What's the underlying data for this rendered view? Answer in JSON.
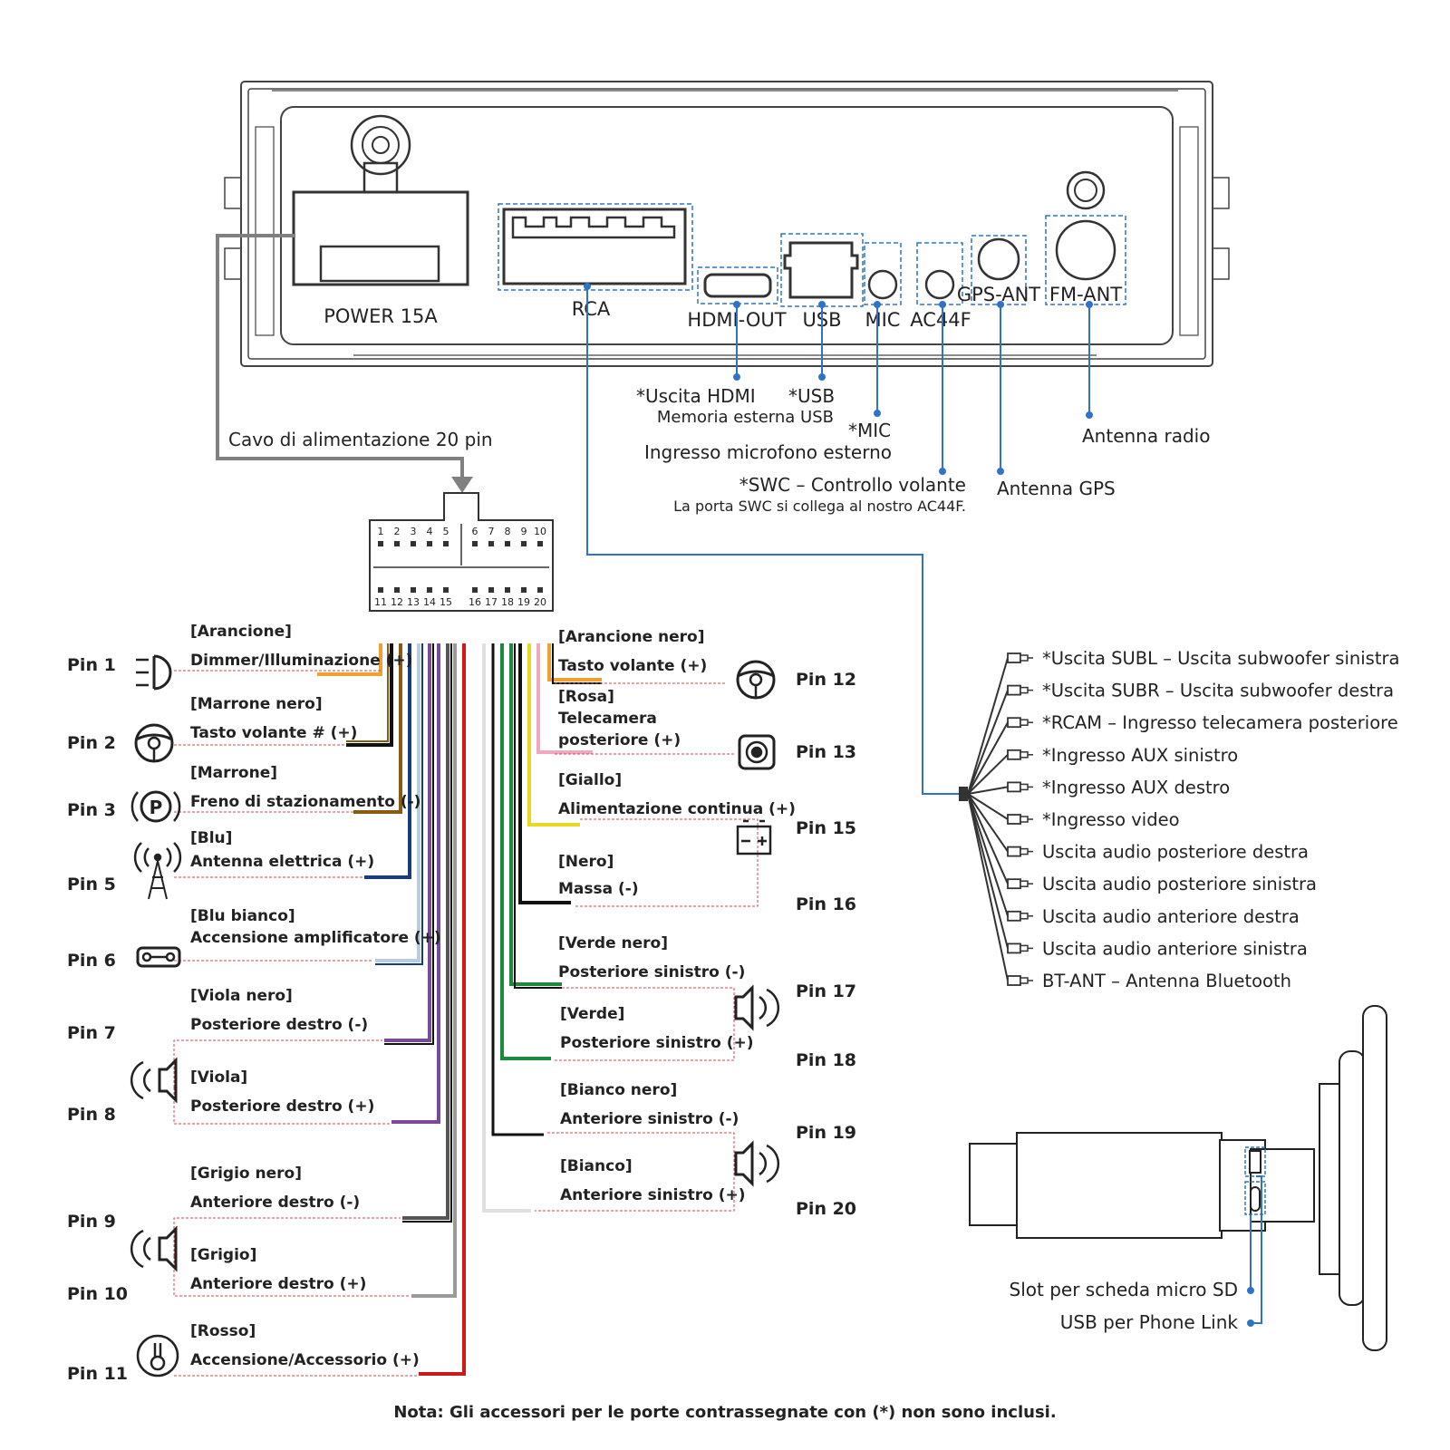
{
  "colors": {
    "blue_link": "#2f73c9",
    "gray_cable": "#808080",
    "orange": "#f0a030",
    "brown": "#8a5a12",
    "dark_blue": "#173e7a",
    "light_blue": "#b8cde0",
    "purple": "#7a4a98",
    "gray": "#9a9a9a",
    "red": "#d01818",
    "yellow": "#e8d820",
    "pink": "#f0a8c0",
    "green": "#1c8a3c",
    "white_wire": "#e0e0e0",
    "black": "#111111",
    "dashed_red": "#d04848"
  },
  "unit": {
    "ports": {
      "power": "POWER 15A",
      "rca": "RCA",
      "hdmi": "HDMI-OUT",
      "usb": "USB",
      "mic": "MIC",
      "ac44f": "AC44F",
      "gps": "GPS-ANT",
      "fm": "FM-ANT"
    }
  },
  "callouts": {
    "hdmi": "*Uscita HDMI",
    "usb": "*USB",
    "usb_desc": "Memoria esterna USB",
    "mic": "*MIC",
    "mic_desc": "Ingresso microfono esterno",
    "swc": "*SWC – Controllo volante",
    "swc_desc": "La porta SWC si collega al nostro AC44F.",
    "fm": "Antenna radio",
    "gps": "Antenna GPS",
    "power_cable": "Cavo di alimentazione 20 pin"
  },
  "connector": {
    "top_numbers": [
      "1",
      "2",
      "3",
      "4",
      "5",
      "6",
      "7",
      "8",
      "9",
      "10"
    ],
    "bottom_numbers": [
      "11",
      "12",
      "13",
      "14",
      "15",
      "16",
      "17",
      "18",
      "19",
      "20"
    ]
  },
  "pins_left": [
    {
      "pin": "Pin 1",
      "color_name": "[Arancione]",
      "function": "Dimmer/Illuminazione (+)",
      "icon": "headlight-icon"
    },
    {
      "pin": "Pin 2",
      "color_name": "[Marrone nero]",
      "function": "Tasto volante # (+)",
      "icon": "steering-wheel-icon"
    },
    {
      "pin": "Pin 3",
      "color_name": "[Marrone]",
      "function": "Freno di stazionamento (-)",
      "icon": "parking-brake-icon"
    },
    {
      "pin": "Pin 5",
      "color_name": "[Blu]",
      "function": "Antenna elettrica (+)",
      "icon": "antenna-icon"
    },
    {
      "pin": "Pin 6",
      "color_name": "[Blu bianco]",
      "function": "Accensione amplificatore (+)",
      "icon": "amplifier-icon"
    },
    {
      "pin": "Pin 7",
      "color_name": "[Viola nero]",
      "function": "Posteriore destro (-)",
      "icon": "speaker-icon"
    },
    {
      "pin": "Pin 8",
      "color_name": "[Viola]",
      "function": "Posteriore destro (+)",
      "icon": ""
    },
    {
      "pin": "Pin 9",
      "color_name": "[Grigio nero]",
      "function": "Anteriore destro (-)",
      "icon": "speaker-icon"
    },
    {
      "pin": "Pin 10",
      "color_name": "[Grigio]",
      "function": "Anteriore destro (+)",
      "icon": ""
    },
    {
      "pin": "Pin 11",
      "color_name": "[Rosso]",
      "function": "Accensione/Accessorio (+)",
      "icon": "ignition-key-icon"
    }
  ],
  "pins_right": [
    {
      "pin": "Pin 12",
      "color_name": "[Arancione nero]",
      "function": "Tasto volante (+)",
      "icon": "steering-wheel-icon"
    },
    {
      "pin": "Pin 13",
      "color_name": "[Rosa]",
      "function_line1": "Telecamera",
      "function_line2": "posteriore (+)",
      "icon": "camera-icon"
    },
    {
      "pin": "Pin 15",
      "color_name": "[Giallo]",
      "function": "Alimentazione continua (+)",
      "icon": "battery-icon"
    },
    {
      "pin": "Pin 16",
      "color_name": "[Nero]",
      "function": "Massa (-)",
      "icon": ""
    },
    {
      "pin": "Pin 17",
      "color_name": "[Verde nero]",
      "function": "Posteriore sinistro (-)",
      "icon": "speaker-icon"
    },
    {
      "pin": "Pin 18",
      "color_name": "[Verde]",
      "function": "Posteriore sinistro (+)",
      "icon": ""
    },
    {
      "pin": "Pin 19",
      "color_name": "[Bianco nero]",
      "function": "Anteriore sinistro (-)",
      "icon": "speaker-icon"
    },
    {
      "pin": "Pin 20",
      "color_name": "[Bianco]",
      "function": "Anteriore sinistro (+)",
      "icon": ""
    }
  ],
  "rca_outputs": [
    "*Uscita SUBL – Uscita subwoofer sinistra",
    "*Uscita SUBR – Uscita subwoofer destra",
    "*RCAM – Ingresso telecamera posteriore",
    "*Ingresso AUX sinistro",
    "*Ingresso AUX destro",
    "*Ingresso video",
    "Uscita audio posteriore destra",
    "Uscita audio posteriore sinistra",
    "Uscita audio anteriore destra",
    "Uscita audio anteriore sinistra",
    "BT-ANT – Antenna Bluetooth"
  ],
  "side_view": {
    "sd": "Slot per scheda micro SD",
    "usb_link": "USB per Phone Link"
  },
  "note": "Nota: Gli accessori per le porte contrassegnate con (*) non sono inclusi."
}
